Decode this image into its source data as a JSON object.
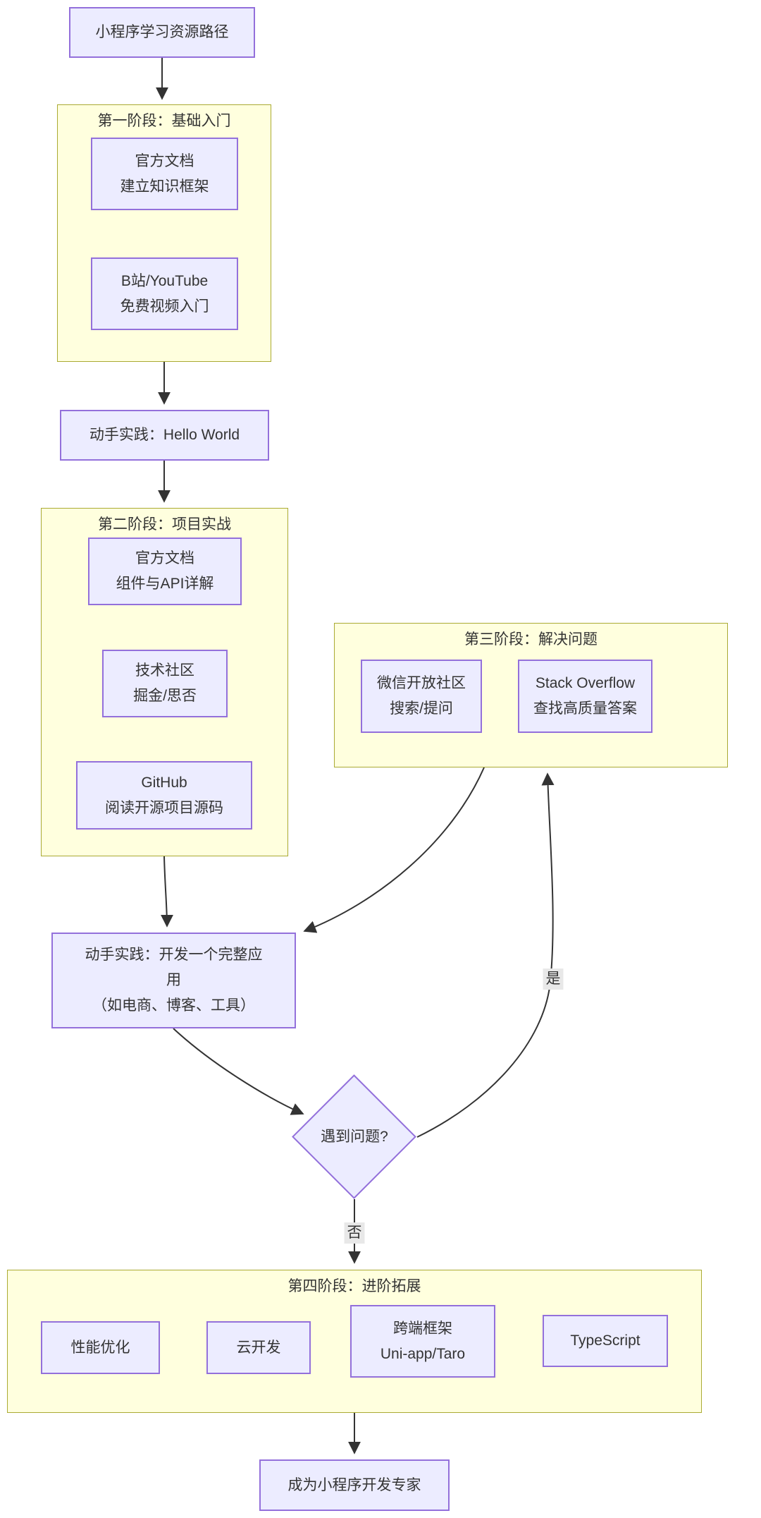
{
  "diagram_type": "flowchart",
  "colors": {
    "background": "#FFFFFF",
    "node_fill": "#ECECFF",
    "node_border": "#9370DB",
    "cluster_fill": "#FFFFDE",
    "cluster_border": "#AAAA33",
    "edge_line": "#333333",
    "text": "#333333",
    "edge_label_bg": "#E8E8E8"
  },
  "nodes": {
    "start": {
      "label": "小程序学习资源路径"
    },
    "practice1": {
      "label": "动手实践：Hello World"
    },
    "practice2": {
      "lines": [
        "动手实践：开发一个完整应",
        "用",
        "（如电商、博客、工具）"
      ]
    },
    "decision": {
      "label": "遇到问题?"
    },
    "expert": {
      "label": "成为小程序开发专家"
    }
  },
  "clusters": {
    "stage1": {
      "title": "第一阶段：基础入门",
      "nodes": [
        {
          "lines": [
            "官方文档",
            "建立知识框架"
          ]
        },
        {
          "lines": [
            "B站/YouTube",
            "免费视频入门"
          ]
        }
      ]
    },
    "stage2": {
      "title": "第二阶段：项目实战",
      "nodes": [
        {
          "lines": [
            "官方文档",
            "组件与API详解"
          ]
        },
        {
          "lines": [
            "技术社区",
            "掘金/思否"
          ]
        },
        {
          "lines": [
            "GitHub",
            "阅读开源项目源码"
          ]
        }
      ]
    },
    "stage3": {
      "title": "第三阶段：解决问题",
      "nodes": [
        {
          "lines": [
            "微信开放社区",
            "搜索/提问"
          ]
        },
        {
          "lines": [
            "Stack Overflow",
            "查找高质量答案"
          ]
        }
      ]
    },
    "stage4": {
      "title": "第四阶段：进阶拓展",
      "nodes": [
        {
          "lines": [
            "性能优化"
          ]
        },
        {
          "lines": [
            "云开发"
          ]
        },
        {
          "lines": [
            "跨端框架",
            "Uni-app/Taro"
          ]
        },
        {
          "lines": [
            "TypeScript"
          ]
        }
      ]
    }
  },
  "edge_labels": {
    "yes": "是",
    "no": "否"
  }
}
